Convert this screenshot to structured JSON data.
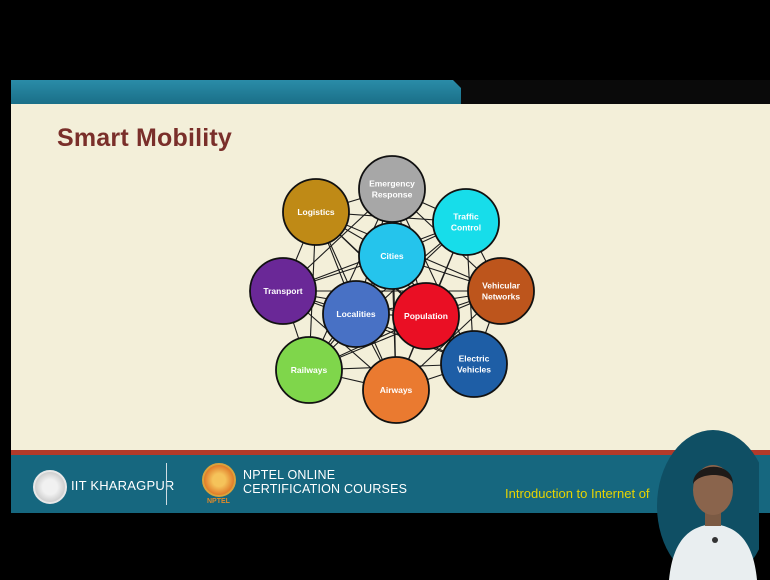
{
  "slide": {
    "title": "Smart Mobility"
  },
  "diagram": {
    "nodes": [
      {
        "id": "emergency",
        "lines": [
          "Emergency",
          "Response"
        ],
        "color": "#a7a7a7"
      },
      {
        "id": "logistics",
        "lines": [
          "Logistics"
        ],
        "color": "#bf8a16"
      },
      {
        "id": "traffic",
        "lines": [
          "Traffic",
          "Control"
        ],
        "color": "#17ddea"
      },
      {
        "id": "cities",
        "lines": [
          "Cities"
        ],
        "color": "#25c4ec"
      },
      {
        "id": "vehicular",
        "lines": [
          "Vehicular",
          "Networks"
        ],
        "color": "#bd551c"
      },
      {
        "id": "transport",
        "lines": [
          "Transport"
        ],
        "color": "#6a2897"
      },
      {
        "id": "localities",
        "lines": [
          "Localities"
        ],
        "color": "#4871c5"
      },
      {
        "id": "population",
        "lines": [
          "Population"
        ],
        "color": "#ea0f24"
      },
      {
        "id": "electric",
        "lines": [
          "Electric",
          "Vehicles"
        ],
        "color": "#1e5ea6"
      },
      {
        "id": "railways",
        "lines": [
          "Railways"
        ],
        "color": "#7fd64b"
      },
      {
        "id": "airways",
        "lines": [
          "Airways"
        ],
        "color": "#ea7a30"
      }
    ]
  },
  "footer": {
    "institute": "IIT KHARAGPUR",
    "nptel_line1": "NPTEL ONLINE",
    "nptel_line2": "CERTIFICATION COURSES",
    "nptel_logo_text": "NPTEL",
    "course_title": "Introduction to Internet of"
  },
  "colors": {
    "title": "#7a2f2a",
    "header_band": "#1f7d98",
    "footer": "#16677f",
    "footer_accent": "#b23a2a",
    "background": "#f3efd9",
    "course_title": "#e7d400"
  }
}
